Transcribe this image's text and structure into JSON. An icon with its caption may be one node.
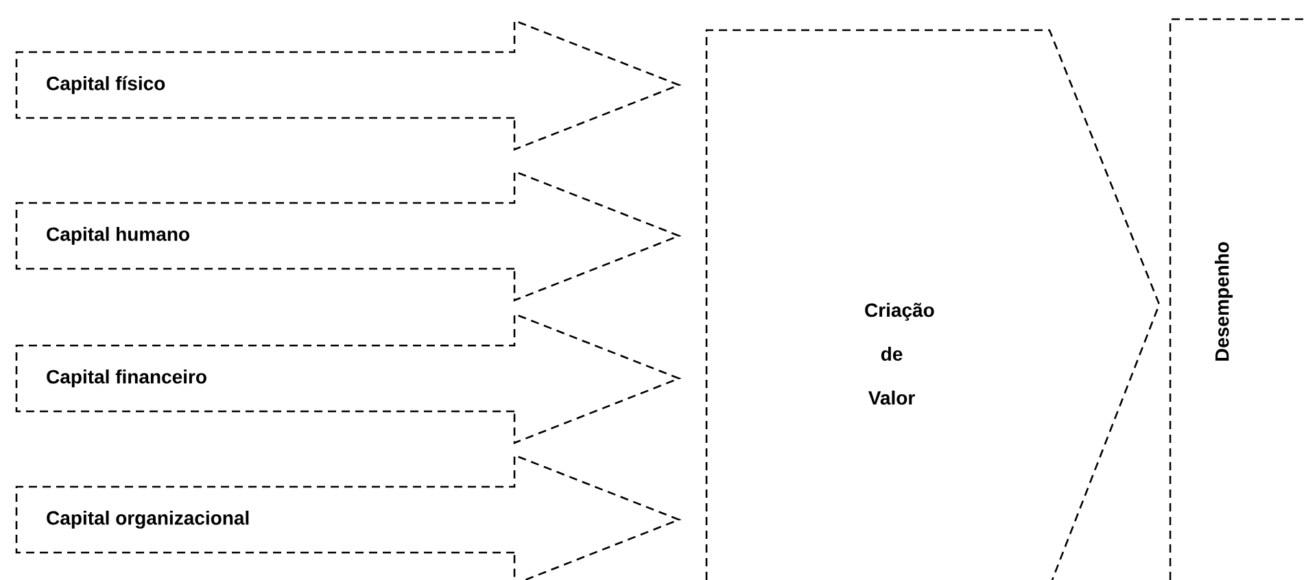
{
  "diagram": {
    "nodes": [
      {
        "text": [
          "Capital físico"
        ]
      },
      {
        "text": [
          "Capital humano"
        ]
      },
      {
        "text": [
          "Capital financeiro"
        ]
      },
      {
        "text": [
          "Capital organizacional"
        ]
      },
      {
        "text": [
          "Criação de Valor"
        ]
      },
      {
        "text": [
          "Desempenho"
        ]
      }
    ]
  }
}
